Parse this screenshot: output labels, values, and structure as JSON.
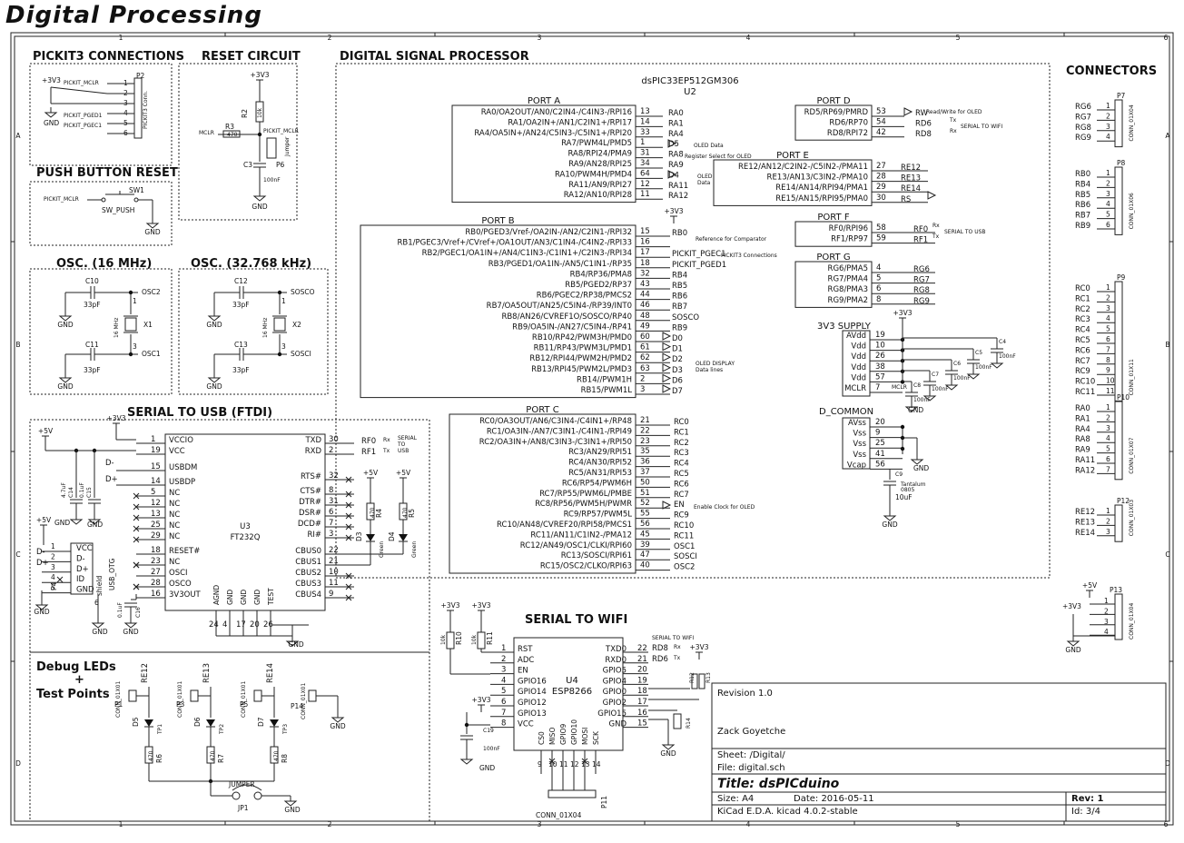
{
  "page_title": "Digital Processing",
  "border": {
    "cols": [
      "1",
      "2",
      "3",
      "4",
      "5",
      "6"
    ],
    "rows": [
      "A",
      "B",
      "C",
      "D"
    ]
  },
  "sections": {
    "pickit": "PICKIT3 CONNECTIONS",
    "reset": "RESET CIRCUIT",
    "dsp": "DIGITAL SIGNAL PROCESSOR",
    "connectors": "CONNECTORS",
    "push": "PUSH BUTTON RESET",
    "osc16": "OSC. (16 MHz)",
    "osc32": "OSC. (32.768 kHz)",
    "usb": "SERIAL TO USB (FTDI)",
    "wifi": "SERIAL TO WIFI",
    "debug1": "Debug LEDs",
    "debug2": "+",
    "debug3": "Test Points"
  },
  "pickit": {
    "ref": "P2",
    "conn": "PICKIT3 Conn.",
    "pins": [
      "1",
      "2",
      "3",
      "4",
      "5",
      "6"
    ],
    "nets": [
      "PICKIT_MCLR",
      "PICKIT_PGED1",
      "PICKIT_PGEC1"
    ],
    "v3": "+3V3",
    "gnd": "GND"
  },
  "reset": {
    "v3": "+3V3",
    "r2": "R2",
    "r2v": "10k",
    "r3": "R3",
    "r3v": "470",
    "mclr": "MCLR",
    "pmclr": "PICKIT_MCLR",
    "p6": "P6",
    "jumper": "Jumper",
    "c3": "C3",
    "c3v": "100nF",
    "gnd": "GND"
  },
  "push": {
    "net": "PICKIT_MCLR",
    "sw": "SW1",
    "swv": "SW_PUSH",
    "gnd": "GND"
  },
  "osc16": {
    "c10": "C10",
    "c10v": "33pF",
    "c11": "C11",
    "c11v": "33pF",
    "x": "X1",
    "xv": "16 MHz",
    "o2": "OSC2",
    "o1": "OSC1",
    "gnd": "GND",
    "p1": "1",
    "p3": "3"
  },
  "osc32": {
    "c12": "C12",
    "c12v": "33pF",
    "c13": "C13",
    "c13v": "33pF",
    "x": "X2",
    "xv": "16 MHz",
    "o2": "SOSCO",
    "o1": "SOSCI",
    "gnd": "GND",
    "p1": "1",
    "p3": "3"
  },
  "dsp": {
    "part": "dsPIC33EP512GM306",
    "ref": "U2",
    "porta": {
      "title": "PORT A",
      "rows": [
        {
          "f": "RA0/OA2OUT/AN0/C2IN4-/C4IN3-/RPI16",
          "p": "13",
          "n": "RA0"
        },
        {
          "f": "RA1/OA2IN+/AN1/C2IN1+/RPI17",
          "p": "14",
          "n": "RA1"
        },
        {
          "f": "RA4/OA5IN+/AN24/C5IN3-/C5IN1+/RPI20",
          "p": "33",
          "n": "RA4"
        },
        {
          "f": "RA7/PWM4L/PMD5",
          "p": "1",
          "n": "D5"
        },
        {
          "f": "RA8/RPI24/PMA9",
          "p": "31",
          "n": "RA8"
        },
        {
          "f": "RA9/AN28/RPI25",
          "p": "34",
          "n": "RA9"
        },
        {
          "f": "RA10/PWM4H/PMD4",
          "p": "64",
          "n": "D4"
        },
        {
          "f": "RA11/AN9/RPI27",
          "p": "12",
          "n": "RA11"
        },
        {
          "f": "RA12/AN10/RPI28",
          "p": "11",
          "n": "RA12"
        }
      ],
      "notes": [
        "OLED Data",
        "Register Select for OLED",
        "OLED",
        "Data"
      ]
    },
    "portb": {
      "title": "PORT B",
      "rows": [
        {
          "f": "RB0/PGED3/Vref-/OA2IN-/AN2/C2IN1-/RPI32",
          "p": "15",
          "n": "RB0"
        },
        {
          "f": "RB1/PGEC3/Vref+/CVref+/OA1OUT/AN3/C1IN4-/C4IN2-/RPI33",
          "p": "16",
          "n": ""
        },
        {
          "f": "RB2/PGEC1/OA1IN+/AN4/C1IN3-/C1IN1+/C2IN3-/RPI34",
          "p": "17",
          "n": "PICKIT_PGEC1"
        },
        {
          "f": "RB3/PGED1/OA1IN-/AN5/C1IN1-/RP35",
          "p": "18",
          "n": "PICKIT_PGED1"
        },
        {
          "f": "RB4/RP36/PMA8",
          "p": "32",
          "n": "RB4"
        },
        {
          "f": "RB5/PGED2/RP37",
          "p": "43",
          "n": "RB5"
        },
        {
          "f": "RB6/PGEC2/RP38/PMCS2",
          "p": "44",
          "n": "RB6"
        },
        {
          "f": "RB7/OA5OUT/AN25/C5IN4-/RP39/INT0",
          "p": "46",
          "n": "RB7"
        },
        {
          "f": "RB8/AN26/CVREF1O/SOSCO/RP40",
          "p": "48",
          "n": "SOSCO"
        },
        {
          "f": "RB9/OA5IN-/AN27/C5IN4-/RP41",
          "p": "49",
          "n": "RB9"
        },
        {
          "f": "RB10/RP42/PWM3H/PMD0",
          "p": "60",
          "n": "D0"
        },
        {
          "f": "RB11/RP43/PWM3L/PMD1",
          "p": "61",
          "n": "D1"
        },
        {
          "f": "RB12/RPI44/PWM2H/PMD2",
          "p": "62",
          "n": "D2"
        },
        {
          "f": "RB13/RPI45/PWM2L/PMD3",
          "p": "63",
          "n": "D3"
        },
        {
          "f": "RB14//PWM1H",
          "p": "2",
          "n": "D6"
        },
        {
          "f": "RB15/PWM1L",
          "p": "3",
          "n": "D7"
        }
      ],
      "v3": "+3V3",
      "notes": [
        "Reference for Comparator",
        "PICKIT3 Connections",
        "OLED DISPLAY",
        "Data lines"
      ]
    },
    "portc": {
      "title": "PORT C",
      "rows": [
        {
          "f": "RC0/OA3OUT/AN6/C3IN4-/C4IN1+/RP48",
          "p": "21",
          "n": "RC0"
        },
        {
          "f": "RC1/OA3IN-/AN7/C3IN1-/C4IN1-/RPI49",
          "p": "22",
          "n": "RC1"
        },
        {
          "f": "RC2/OA3IN+/AN8/C3IN3-/C3IN1+/RPI50",
          "p": "23",
          "n": "RC2"
        },
        {
          "f": "RC3/AN29/RPI51",
          "p": "35",
          "n": "RC3"
        },
        {
          "f": "RC4/AN30/RPI52",
          "p": "36",
          "n": "RC4"
        },
        {
          "f": "RC5/AN31/RPI53",
          "p": "37",
          "n": "RC5"
        },
        {
          "f": "RC6/RP54/PWM6H",
          "p": "50",
          "n": "RC6"
        },
        {
          "f": "RC7/RP55/PWM6L/PMBE",
          "p": "51",
          "n": "RC7"
        },
        {
          "f": "RC8/RP56/PWM5H/PWMR",
          "p": "52",
          "n": "EN"
        },
        {
          "f": "RC9/RP57/PWM5L",
          "p": "55",
          "n": "RC9"
        },
        {
          "f": "RC10/AN48/CVREF20/RPI58/PMCS1",
          "p": "56",
          "n": "RC10"
        },
        {
          "f": "RC11/AN11/C1IN2-/PMA12",
          "p": "45",
          "n": "RC11"
        },
        {
          "f": "RC12/AN49/OSC1/CLKI/RPI60",
          "p": "39",
          "n": "OSC1"
        },
        {
          "f": "RC13/SOSCI/RPI61",
          "p": "47",
          "n": "SOSCI"
        },
        {
          "f": "RC15/OSC2/CLKO/RPI63",
          "p": "40",
          "n": "OSC2"
        }
      ],
      "note": "Enable Clock for OLED"
    },
    "portd": {
      "title": "PORT D",
      "rows": [
        {
          "f": "RD5/RP69/PMRD",
          "p": "53",
          "n": "RW"
        },
        {
          "f": "RD6/RP70",
          "p": "54",
          "n": "RD6"
        },
        {
          "f": "RD8/RPI72",
          "p": "42",
          "n": "RD8"
        }
      ],
      "notes": [
        "Read/Write for OLED",
        "Tx",
        "Rx",
        "SERIAL TO WIFI"
      ]
    },
    "porte": {
      "title": "PORT E",
      "rows": [
        {
          "f": "RE12/AN12/C2IN2-/C5IN2-/PMA11",
          "p": "27",
          "n": "RE12"
        },
        {
          "f": "RE13/AN13/C3IN2-/PMA10",
          "p": "28",
          "n": "RE13"
        },
        {
          "f": "RE14/AN14/RPI94/PMA1",
          "p": "29",
          "n": "RE14"
        },
        {
          "f": "RE15/AN15/RPI95/PMA0",
          "p": "30",
          "n": "RS"
        }
      ]
    },
    "portf": {
      "title": "PORT F",
      "rows": [
        {
          "f": "RF0/RPI96",
          "p": "58",
          "n": "RF0"
        },
        {
          "f": "RF1/RP97",
          "p": "59",
          "n": "RF1"
        }
      ],
      "notes": [
        "Rx",
        "Tx",
        "SERIAL TO USB"
      ]
    },
    "portg": {
      "title": "PORT G",
      "rows": [
        {
          "f": "RG6/PMA5",
          "p": "4",
          "n": "RG6"
        },
        {
          "f": "RG7/PMA4",
          "p": "5",
          "n": "RG7"
        },
        {
          "f": "RG8/PMA3",
          "p": "6",
          "n": "RG8"
        },
        {
          "f": "RG9/PMA2",
          "p": "8",
          "n": "RG9"
        }
      ]
    },
    "supply": {
      "title": "3V3 SUPPLY",
      "v3": "+3V3",
      "rows": [
        {
          "f": "AVdd",
          "p": "19"
        },
        {
          "f": "Vdd",
          "p": "10"
        },
        {
          "f": "Vdd",
          "p": "26"
        },
        {
          "f": "Vdd",
          "p": "38"
        },
        {
          "f": "Vdd",
          "p": "57"
        },
        {
          "f": "MCLR",
          "p": "7"
        }
      ],
      "mclr": "MCLR",
      "caps": [
        "C4",
        "100nF",
        "C5",
        "100nF",
        "C6",
        "100nF",
        "C7",
        "100nF",
        "C8",
        "100nF"
      ],
      "gnd": "GND"
    },
    "common": {
      "title": "D_COMMON",
      "rows": [
        {
          "f": "AVss",
          "p": "20"
        },
        {
          "f": "Vss",
          "p": "9"
        },
        {
          "f": "Vss",
          "p": "25"
        },
        {
          "f": "Vss",
          "p": "41"
        },
        {
          "f": "Vcap",
          "p": "56"
        }
      ],
      "c9": "C9",
      "c9v": "10uF",
      "c9t": "Tantalum",
      "c9p": "0805",
      "gnd": "GND"
    }
  },
  "connectors": {
    "p7": {
      "ref": "P7",
      "name": "CONN_01X04",
      "pins": [
        "RG6",
        "RG7",
        "RG8",
        "RG9"
      ]
    },
    "p8": {
      "ref": "P8",
      "name": "CONN_01X06",
      "pins": [
        "RB0",
        "RB4",
        "RB5",
        "RB6",
        "RB7",
        "RB9"
      ]
    },
    "p9": {
      "ref": "P9",
      "name": "CONN_01X11",
      "pins": [
        "RC0",
        "RC1",
        "RC2",
        "RC3",
        "RC4",
        "RC5",
        "RC6",
        "RC7",
        "RC9",
        "RC10",
        "RC11"
      ]
    },
    "p10": {
      "ref": "P10",
      "name": "CONN_01X07",
      "pins": [
        "RA0",
        "RA1",
        "RA4",
        "RA8",
        "RA9",
        "RA11",
        "RA12"
      ]
    },
    "p12": {
      "ref": "P12",
      "name": "CONN_01X03",
      "pins": [
        "RE12",
        "RE13",
        "RE14"
      ]
    },
    "p13": {
      "ref": "P13",
      "name": "CONN_01X04",
      "v5": "+5V",
      "v3": "+3V3",
      "gnd": "GND"
    }
  },
  "usb": {
    "ref": "U3",
    "part": "FT232Q",
    "v5": "+5V",
    "v3": "+3V3",
    "gnd": "GND",
    "left": [
      {
        "p": "1",
        "f": "VCCIO"
      },
      {
        "p": "19",
        "f": "VCC"
      },
      {
        "p": "15",
        "f": "USBDM"
      },
      {
        "p": "14",
        "f": "USBDP"
      },
      {
        "p": "5",
        "f": "NC"
      },
      {
        "p": "12",
        "f": "NC"
      },
      {
        "p": "13",
        "f": "NC"
      },
      {
        "p": "25",
        "f": "NC"
      },
      {
        "p": "29",
        "f": "NC"
      },
      {
        "p": "18",
        "f": "RESET#"
      },
      {
        "p": "23",
        "f": "NC"
      },
      {
        "p": "27",
        "f": "OSCI"
      },
      {
        "p": "28",
        "f": "OSCO"
      },
      {
        "p": "16",
        "f": "3V3OUT"
      }
    ],
    "right": [
      {
        "p": "30",
        "f": "TXD",
        "n": "RF0"
      },
      {
        "p": "2",
        "f": "RXD",
        "n": "RF1"
      },
      {
        "p": "32",
        "f": "RTS#"
      },
      {
        "p": "8",
        "f": "CTS#"
      },
      {
        "p": "31",
        "f": "DTR#"
      },
      {
        "p": "6",
        "f": "DSR#"
      },
      {
        "p": "7",
        "f": "DCD#"
      },
      {
        "p": "3",
        "f": "RI#"
      },
      {
        "p": "22",
        "f": "CBUS0"
      },
      {
        "p": "21",
        "f": "CBUS1"
      },
      {
        "p": "10",
        "f": "CBUS2"
      },
      {
        "p": "11",
        "f": "CBUS3"
      },
      {
        "p": "9",
        "f": "CBUS4"
      }
    ],
    "bottom": [
      {
        "p": "24",
        "f": "AGND"
      },
      {
        "p": "4",
        "f": "GND"
      },
      {
        "p": "17",
        "f": "GND"
      },
      {
        "p": "20",
        "f": "GND"
      },
      {
        "p": "26",
        "f": "TEST"
      }
    ],
    "notes": [
      "Rx",
      "Tx",
      "SERIAL",
      "TO",
      "USB"
    ],
    "dm": "D-",
    "dp": "D+",
    "caps": [
      "C14",
      "4.7uF",
      "C15",
      "0.1uF",
      "C16",
      "0.1uF"
    ],
    "leds": [
      "D3",
      "Green",
      "D4",
      "Green",
      "R4",
      "470",
      "R5",
      "470"
    ],
    "otg": {
      "ref": "P4",
      "name": "USB_OTG",
      "pins": [
        "VCC",
        "D-",
        "D+",
        "ID",
        "GND"
      ],
      "nums": [
        "1",
        "2",
        "3",
        "4",
        "5",
        "6"
      ],
      "shield": "shield"
    }
  },
  "wifi": {
    "ref": "U4",
    "part": "ESP8266",
    "v3": "+3V3",
    "gnd": "GND",
    "left": [
      {
        "p": "1",
        "f": "RST"
      },
      {
        "p": "2",
        "f": "ADC"
      },
      {
        "p": "3",
        "f": "EN"
      },
      {
        "p": "4",
        "f": "GPIO16"
      },
      {
        "p": "5",
        "f": "GPIO14"
      },
      {
        "p": "6",
        "f": "GPIO12"
      },
      {
        "p": "7",
        "f": "GPIO13"
      },
      {
        "p": "8",
        "f": "VCC"
      }
    ],
    "right": [
      {
        "p": "22",
        "f": "TXD0",
        "n": "RD8"
      },
      {
        "p": "21",
        "f": "RXD0",
        "n": "RD6"
      },
      {
        "p": "20",
        "f": "GPIO5"
      },
      {
        "p": "19",
        "f": "GPIO4"
      },
      {
        "p": "18",
        "f": "GPIO0"
      },
      {
        "p": "17",
        "f": "GPIO2"
      },
      {
        "p": "16",
        "f": "GPIO15"
      },
      {
        "p": "15",
        "f": "GND"
      }
    ],
    "bottom": [
      {
        "p": "9",
        "f": "CS0"
      },
      {
        "p": "10",
        "f": "MISO"
      },
      {
        "p": "11",
        "f": "GPIO9"
      },
      {
        "p": "12",
        "f": "GPIO10"
      },
      {
        "p": "13",
        "f": "MOSI"
      },
      {
        "p": "14",
        "f": "SCK"
      }
    ],
    "notes": [
      "SERIAL TO WIFI",
      "Rx",
      "Tx"
    ],
    "res": [
      "R10",
      "10k",
      "R11",
      "10k",
      "R12",
      "10k",
      "R13",
      "10k",
      "R14",
      "10k"
    ],
    "c19": "C19",
    "c19v": "100nF",
    "p11": "P11",
    "p11n": "CONN_01X04"
  },
  "debug": {
    "leds": [
      {
        "d": "D5",
        "r": "R6",
        "tp": "TP1",
        "net": "RE12",
        "p": "P1"
      },
      {
        "d": "D6",
        "r": "R7",
        "tp": "TP2",
        "net": "RE13",
        "p": "P3"
      },
      {
        "d": "D7",
        "r": "R8",
        "tp": "TP3",
        "net": "RE14",
        "p": "P5"
      }
    ],
    "p14": "P14",
    "conn": "CONN_01X01",
    "rv": "470",
    "jumper": "JUMPER",
    "jp": "JP1",
    "gnd": "GND"
  },
  "titleblock": {
    "revision": "Revision 1.0",
    "author": "Zack Goyetche",
    "sheet": "Sheet: /Digital/",
    "file": "File: digital.sch",
    "title": "Title: dsPICduino",
    "size": "Size: A4",
    "date": "Date: 2016-05-11",
    "rev": "Rev: 1",
    "tool": "KiCad E.D.A.  kicad 4.0.2-stable",
    "id": "Id: 3/4"
  }
}
